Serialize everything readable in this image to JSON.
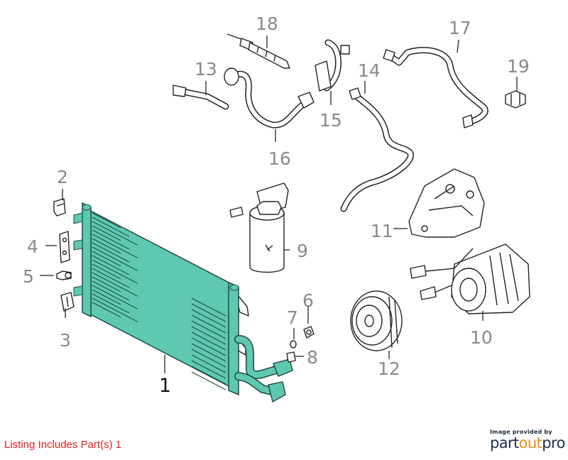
{
  "callouts": {
    "c1": "1",
    "c2": "2",
    "c3": "3",
    "c4": "4",
    "c5": "5",
    "c6": "6",
    "c7": "7",
    "c8": "8",
    "c9": "9",
    "c10": "10",
    "c11": "11",
    "c12": "12",
    "c13": "13",
    "c14": "14",
    "c15": "15",
    "c16": "16",
    "c17": "17",
    "c18": "18",
    "c19": "19"
  },
  "colors": {
    "highlight_part": "#5fc8b0",
    "listing_text": "#e0231c",
    "callout_gray": "#8a8a8a"
  },
  "footer": {
    "listing_text": "Listing Includes Part(s) 1",
    "image_provided_by": "Image provided by",
    "brand_part1": "part",
    "brand_part2": "out",
    "brand_part3": "pro"
  }
}
